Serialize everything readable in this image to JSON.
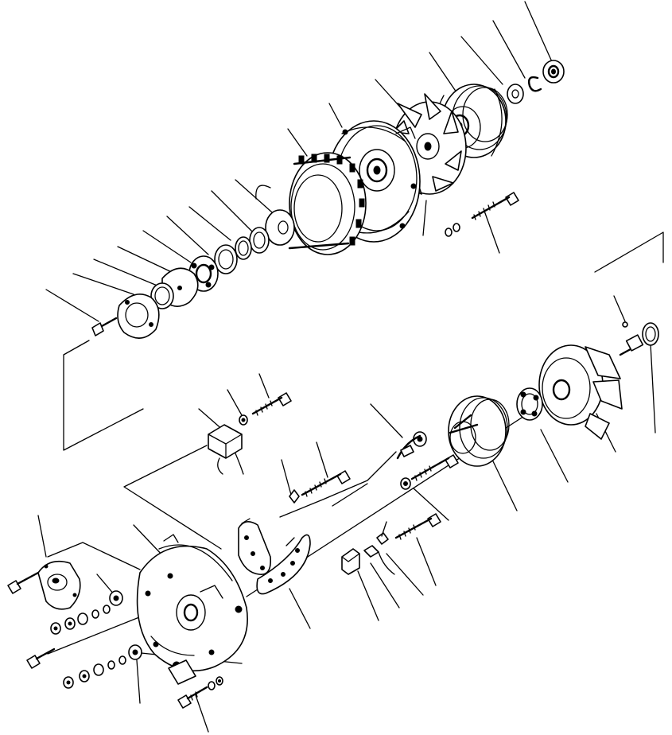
{
  "diagram": {
    "kind": "exploded-parts-view",
    "subject-icon": "alternator-exploded-view",
    "background": "#ffffff",
    "ink": "#000000",
    "callout_count": 33,
    "labels": []
  }
}
